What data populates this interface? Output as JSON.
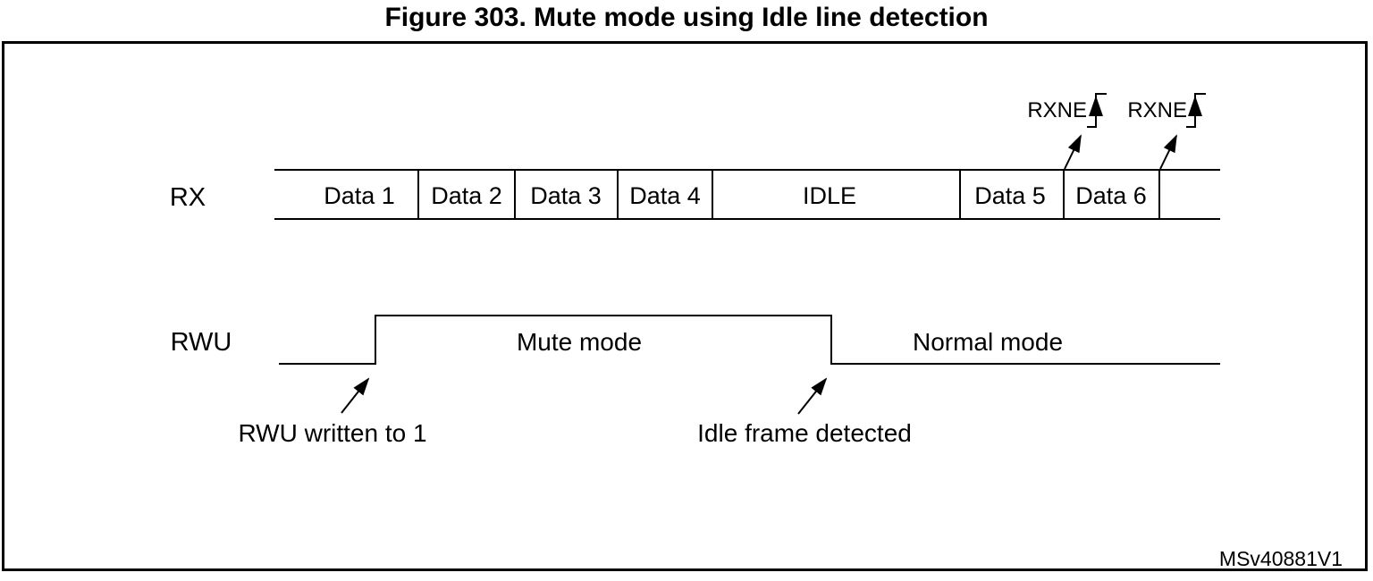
{
  "figure": {
    "title": "Figure 303. Mute mode using Idle line detection",
    "watermark": "MSv40881V1"
  },
  "rx": {
    "label": "RX",
    "cells": [
      {
        "label": "Data 1"
      },
      {
        "label": "Data 2"
      },
      {
        "label": "Data 3"
      },
      {
        "label": "Data 4"
      },
      {
        "label": "IDLE"
      },
      {
        "label": "Data 5"
      },
      {
        "label": "Data 6"
      }
    ],
    "rxne_events": [
      {
        "label": "RXNE"
      },
      {
        "label": "RXNE"
      }
    ]
  },
  "rwu": {
    "label": "RWU",
    "mute_mode_label": "Mute mode",
    "normal_mode_label": "Normal mode",
    "rise_annotation": "RWU written to 1",
    "fall_annotation": "Idle frame detected"
  },
  "colors": {
    "line": "#000000",
    "background": "#ffffff"
  }
}
